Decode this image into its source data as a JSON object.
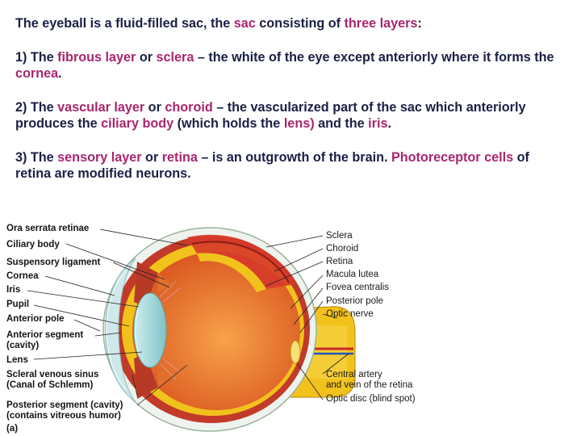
{
  "intro": {
    "a": "The eyeball is a fluid-filled sac, the ",
    "b": "sac",
    "c": " consisting of ",
    "d": "three layers",
    "e": ":"
  },
  "p1": {
    "a": "1) The ",
    "b": "fibrous layer",
    "c": " or ",
    "d": "sclera",
    "e": " – the white of the eye except anteriorly where it forms the ",
    "f": "cornea",
    "g": "."
  },
  "p2": {
    "a": "2) The ",
    "b": "vascular layer",
    "c": " or ",
    "d": "choroid",
    "e": " – the vascularized part of the sac which anteriorly produces the ",
    "f": "ciliary body",
    "g": " (which holds the ",
    "h": "lens)",
    "i": " and the ",
    "j": "iris",
    "k": "."
  },
  "p3": {
    "a": "3) The ",
    "b": "sensory layer",
    "c": " or ",
    "d": "retina",
    "e": " – is an outgrowth of the brain.  ",
    "f": "Photoreceptor cells",
    "g": " of retina are modified neurons."
  },
  "diagram": {
    "left_labels": [
      "Ora serrata retinae",
      "Ciliary body",
      "Suspensory ligament",
      "Cornea",
      "Iris",
      "Pupil",
      "Anterior pole",
      "Anterior segment",
      "(cavity)",
      "Lens",
      "Scleral venous sinus",
      "(Canal of Schlemm)",
      "Posterior segment (cavity)",
      "(contains vitreous humor)",
      "(a)"
    ],
    "right_labels": [
      "Sclera",
      "Choroid",
      "Retina",
      "Macula lutea",
      "Fovea centralis",
      "Posterior pole",
      "Optic nerve",
      "Central artery",
      "and vein of the retina",
      "Optic disc (blind spot)"
    ],
    "colors": {
      "sclera": "#eef3ee",
      "choroid": "#c23a2a",
      "retina": "#f2c21c",
      "vitreous": "#e8742a",
      "lens": "#9fd4d6",
      "optic_nerve": "#f2c21c"
    }
  }
}
